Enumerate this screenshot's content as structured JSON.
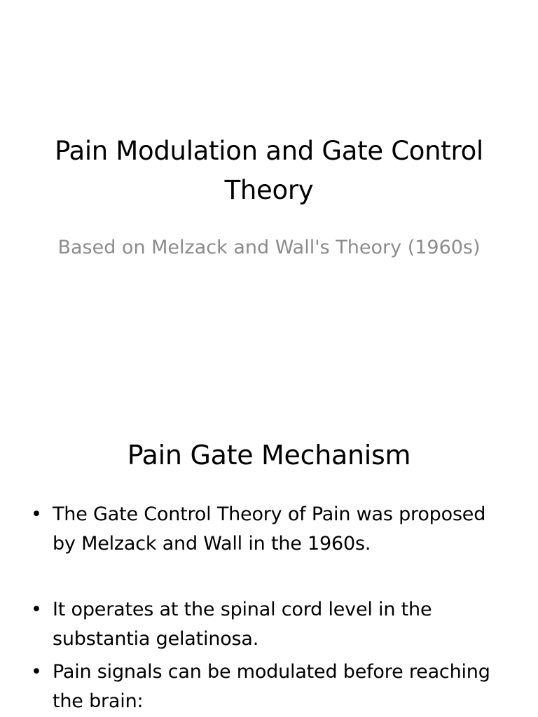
{
  "slides": [
    {
      "title": "Pain Modulation and Gate Control Theory",
      "subtitle": "Based on Melzack and Wall's Theory (1960s)"
    },
    {
      "title": "Pain Gate Mechanism",
      "bullets": [
        "The Gate Control Theory of Pain was proposed by Melzack and Wall in the 1960s.",
        "It operates at the spinal cord level in the substantia gelatinosa.",
        "Pain signals can be modulated before reaching the brain:"
      ]
    }
  ]
}
